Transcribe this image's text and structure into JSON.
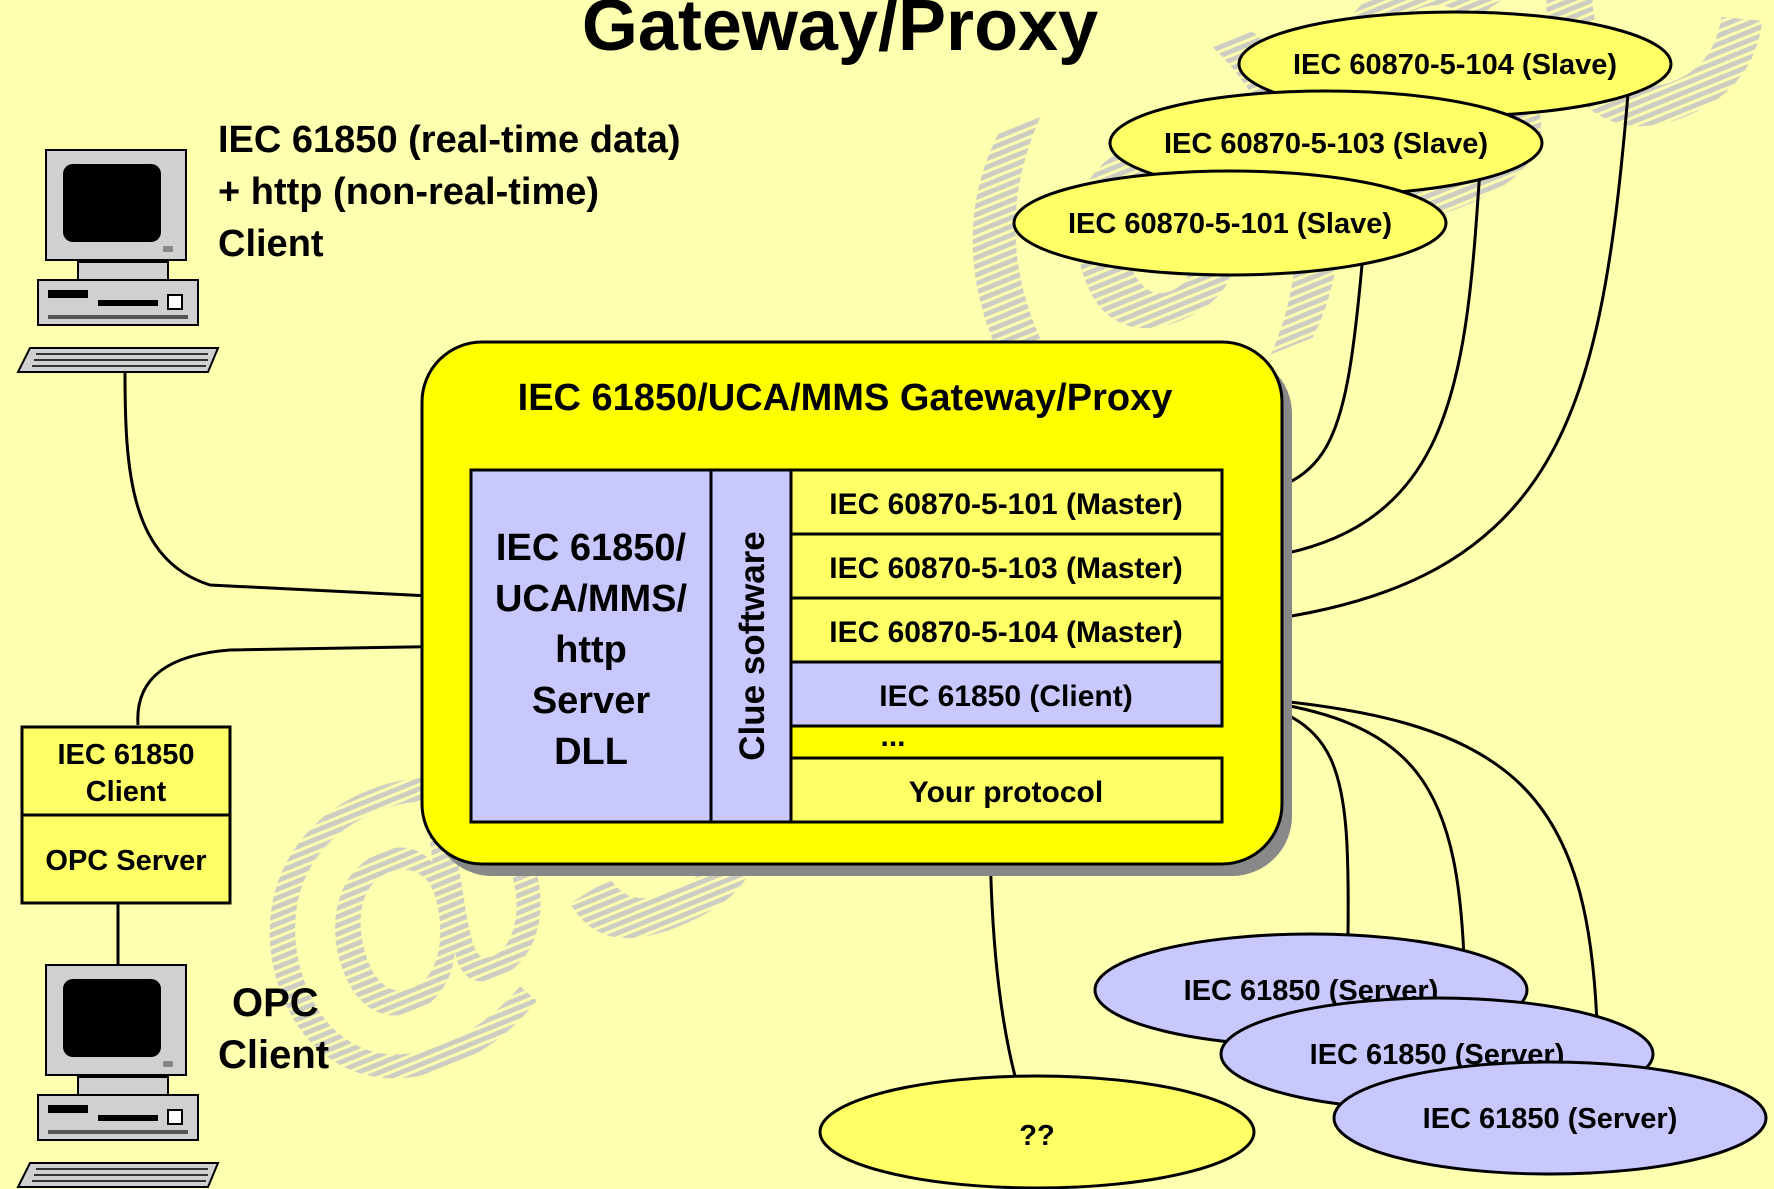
{
  "title": "Gateway/Proxy",
  "client_top": {
    "line1": "IEC 61850 (real-time data)",
    "line2": "+ http (non-real-time)",
    "line3": "Client"
  },
  "opc_client": {
    "line1": "OPC",
    "line2": "Client"
  },
  "opc_box": {
    "top_line1": "IEC 61850",
    "top_line2": "Client",
    "bottom": "OPC Server"
  },
  "gateway": {
    "title": "IEC 61850/UCA/MMS Gateway/Proxy",
    "server_dll": [
      "IEC 61850/",
      "UCA/MMS/",
      "http",
      "Server",
      "DLL"
    ],
    "clue": "Clue software",
    "protocols": [
      "IEC 60870-5-101 (Master)",
      "IEC 60870-5-103 (Master)",
      "IEC 60870-5-104 (Master)",
      "IEC 61850 (Client)"
    ],
    "ellipsis": "...",
    "your_protocol": "Your protocol"
  },
  "slaves": [
    "IEC 60870-5-104 (Slave)",
    "IEC 60870-5-103 (Slave)",
    "IEC 60870-5-101 (Slave)"
  ],
  "servers": [
    "IEC 61850 (Server)",
    "IEC 61850 (Server)",
    "IEC 61850 (Server)"
  ],
  "unknown": "??",
  "colors": {
    "background": "#ffffb0",
    "yellow": "#ffff00",
    "lavender": "#c8c8ff",
    "box_yellow": "#ffff66",
    "watermark": "#c0c0c0"
  }
}
